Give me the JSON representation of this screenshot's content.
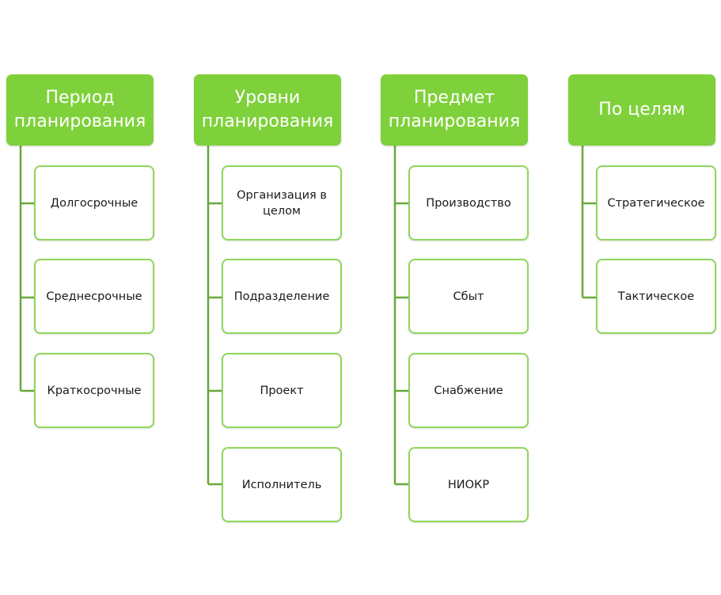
{
  "diagram": {
    "accent_color": "#7fd13b",
    "box_border_color": "#8ed65a",
    "connector_color": "#6aa83a",
    "columns": [
      {
        "title": "Период\nпланирования",
        "items": [
          "Долгосрочные",
          "Среднесрочные",
          "Краткосрочные"
        ]
      },
      {
        "title": "Уровни\nпланирования",
        "items": [
          "Организация в\nцелом",
          "Подразделение",
          "Проект",
          "Исполнитель"
        ]
      },
      {
        "title": "Предмет\nпланирования",
        "items": [
          "Производство",
          "Сбыт",
          "Снабжение",
          "НИОКР"
        ]
      },
      {
        "title": "По целям",
        "items": [
          "Стратегическое",
          "Тактическое"
        ]
      }
    ]
  }
}
